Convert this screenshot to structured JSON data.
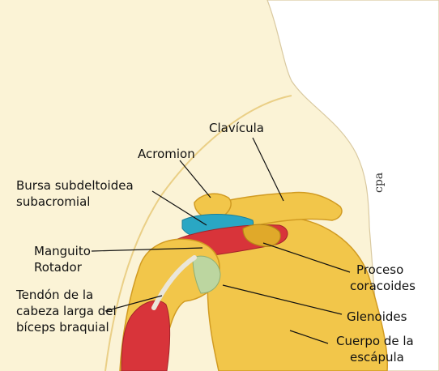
{
  "labels": {
    "clavicula": "Clavícula",
    "acromion": "Acromion",
    "bursa_line1": "Bursa subdeltoidea",
    "bursa_line2": "subacromial",
    "manguito_line1": "Manguito",
    "manguito_line2": "Rotador",
    "tendon_line1": "Tendón de la",
    "tendon_line2": "cabeza larga del",
    "tendon_line3": "bíceps braquial",
    "proceso_line1": "Proceso",
    "proceso_line2": "coracoides",
    "glenoides": "Glenoides",
    "cuerpo_line1": "Cuerpo de la",
    "cuerpo_line2": "escápula"
  },
  "signature": "cpa",
  "colors": {
    "background": "#fbf3d6",
    "body": "#ffffff",
    "bone": "#f2c64a",
    "bone_dark": "#e0a92a",
    "bursa": "#2aa7c4",
    "muscle": "#d8343a",
    "cartilage": "#bcd6a0",
    "tendon": "#eae6da"
  }
}
